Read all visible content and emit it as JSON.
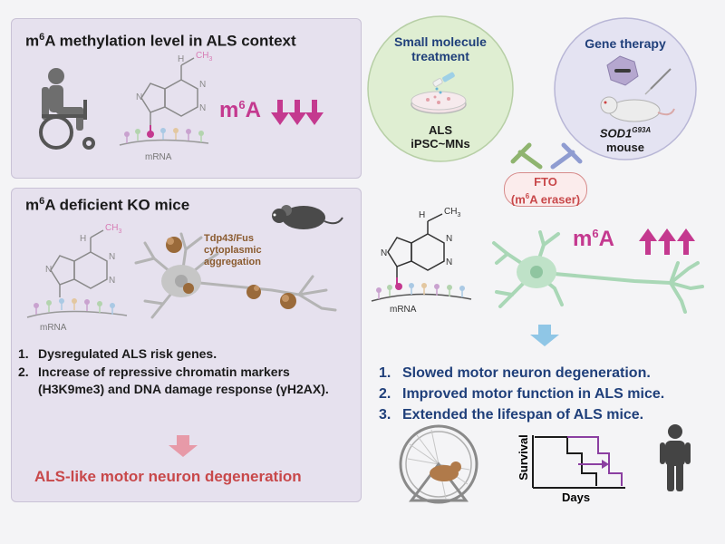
{
  "panel_top_left": {
    "title_prefix": "m",
    "title_sup": "6",
    "title_rest": "A methylation level in ALS context",
    "m6a_prefix": "m",
    "m6a_sup": "6",
    "m6a_rest": "A",
    "mrna_label": "mRNA",
    "ch3_label": "CH",
    "ch3_sub": "3",
    "nh_label": "N"
  },
  "panel_bottom_left": {
    "title_prefix": "m",
    "title_sup": "6",
    "title_rest": "A deficient KO mice",
    "aggregation_label_1": "Tdp43/Fus",
    "aggregation_label_2": "cytoplasmic",
    "aggregation_label_3": "aggregation",
    "mrna_label": "mRNA",
    "ch3_label": "CH",
    "ch3_sub": "3",
    "nh_label": "N",
    "findings": [
      {
        "num": "1.",
        "text": "Dysregulated ALS risk genes."
      },
      {
        "num": "2.",
        "text": "Increase of repressive chromatin markers (H3K9me3) and DNA damage response (γH2AX)."
      }
    ],
    "outcome": "ALS-like motor neuron degeneration"
  },
  "right": {
    "small_molecule_title_1": "Small molecule",
    "small_molecule_title_2": "treatment",
    "cells_label_1": "ALS",
    "cells_label_2": "iPSC~MNs",
    "gene_therapy_title": "Gene therapy",
    "mouse_label_gene": "SOD1",
    "mouse_label_sup": "G93A",
    "mouse_label_2": "mouse",
    "fto_label": "FTO",
    "fto_sub_prefix": "(m",
    "fto_sub_sup": "6",
    "fto_sub_rest": "A eraser)",
    "m6a_prefix": "m",
    "m6a_sup": "6",
    "m6a_rest": "A",
    "mrna_label": "mRNA",
    "ch3_label": "CH",
    "ch3_sub": "3",
    "nh_label": "N",
    "outcomes": [
      {
        "num": "1.",
        "text": "Slowed motor neuron degeneration."
      },
      {
        "num": "2.",
        "text": "Improved motor function in ALS mice."
      },
      {
        "num": "3.",
        "text": "Extended the lifespan of ALS mice."
      }
    ],
    "survival_ylabel": "Survival",
    "survival_xlabel": "Days"
  },
  "colors": {
    "magenta": "#c4398f",
    "navy": "#1f3f7a",
    "red_text": "#c8484a",
    "green_circle": "#dfeed2",
    "lilac_circle": "#e4e3f2",
    "neuron_green": "#a9d7b6",
    "arrow_blue": "#8fc6e6"
  },
  "icons": [
    "wheelchair-person-icon",
    "mouse-icon",
    "petri-dish-icon",
    "lab-mouse-icon",
    "hamster-wheel-icon",
    "person-icon",
    "down-arrow-icon",
    "up-arrow-icon",
    "inhibition-arrow-icon"
  ]
}
